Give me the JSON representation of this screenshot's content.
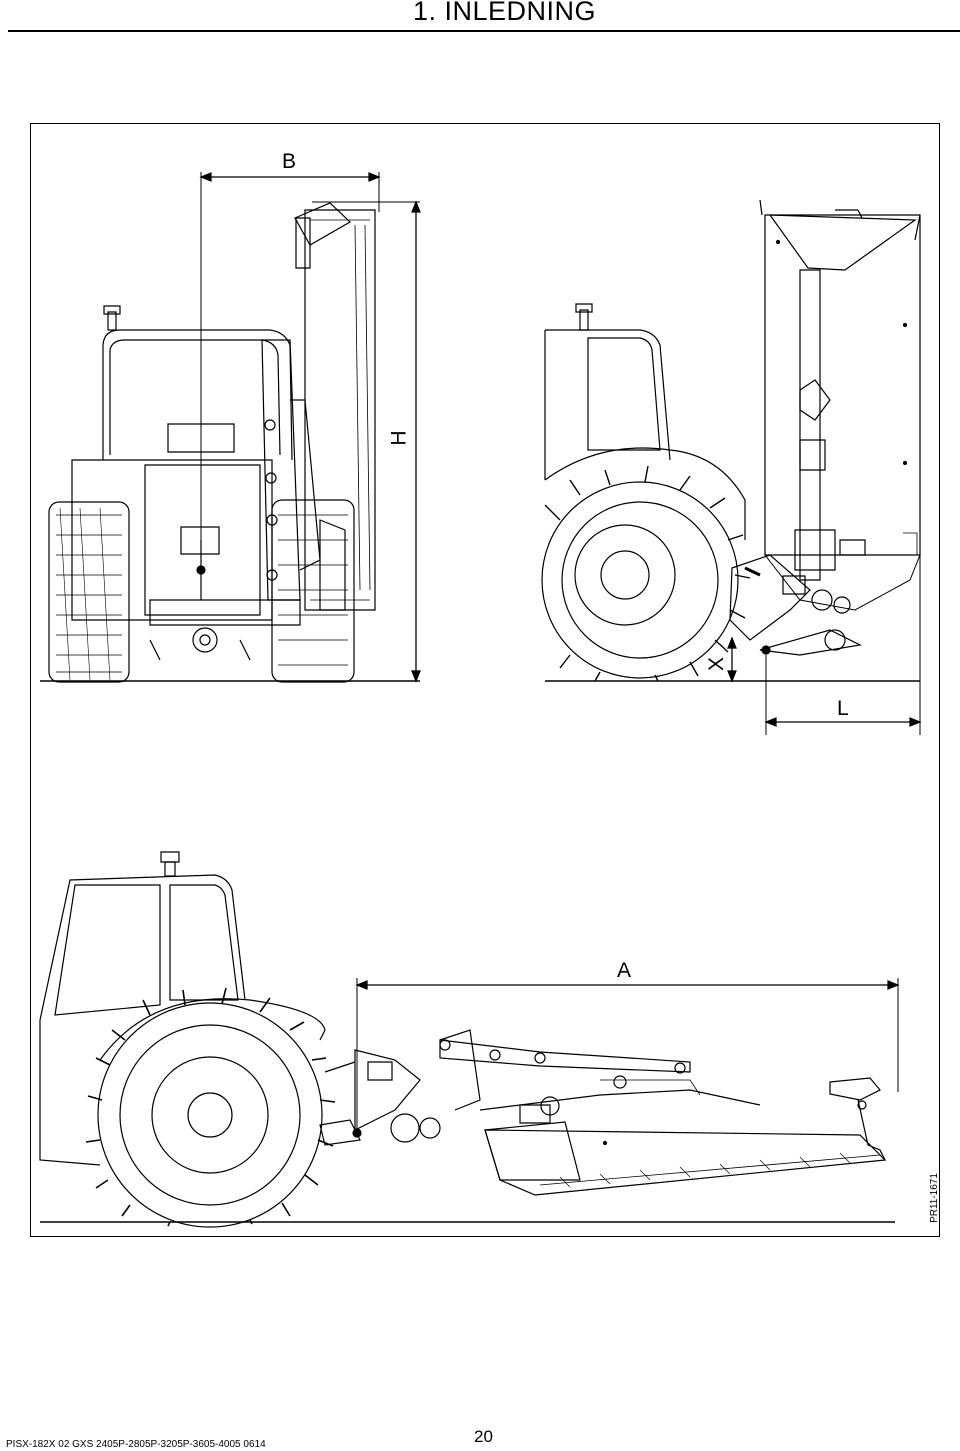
{
  "header": {
    "title": "1. INLEDNING"
  },
  "figure": {
    "dimensions": {
      "width_label": "B",
      "height_label": "H",
      "ground_clearance_label": "X",
      "length_label": "L",
      "working_width_label": "A"
    },
    "reference_code": "PR11-1671"
  },
  "footer": {
    "model_code": "PISX-182X 02 GXS 2405P-2805P-3205P-3605-4005  0614",
    "page_number": "20"
  }
}
